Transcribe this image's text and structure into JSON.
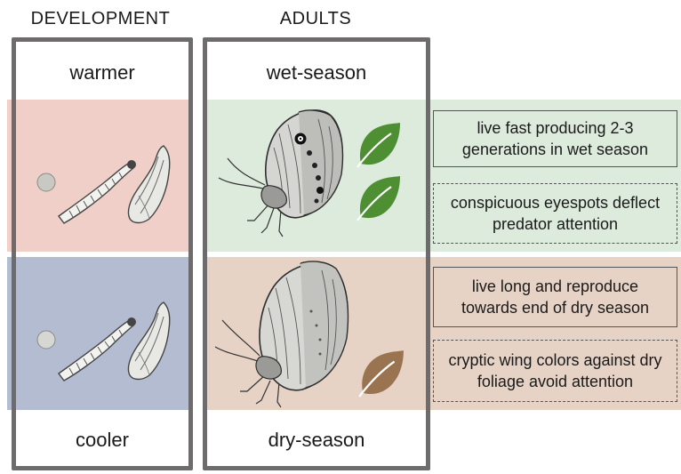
{
  "headers": {
    "development": "DEVELOPMENT",
    "adults": "ADULTS"
  },
  "labels": {
    "warmer": "warmer",
    "cooler": "cooler",
    "wet_season": "wet-season",
    "dry_season": "dry-season"
  },
  "notes": {
    "wet_1": "live fast producing 2-3 generations in wet season",
    "wet_2": "conspicuous eyespots deflect predator attention",
    "dry_1": "live long and reproduce towards end of dry season",
    "dry_2": "cryptic wing colors against dry foliage avoid attention"
  },
  "colors": {
    "warm_band": "#efcfc8",
    "cool_band": "#b4bcd2",
    "wet_band": "#dcebdc",
    "dry_band": "#e6d3c6",
    "column_border": "#6d6b6b",
    "wet_leaf": "#4e8f34",
    "dry_leaf": "#9a7350"
  },
  "icons": [
    "egg-icon",
    "caterpillar-icon",
    "pupa-icon",
    "wet-season-butterfly-icon",
    "dry-season-butterfly-icon",
    "green-leaf-icon",
    "brown-leaf-icon"
  ]
}
